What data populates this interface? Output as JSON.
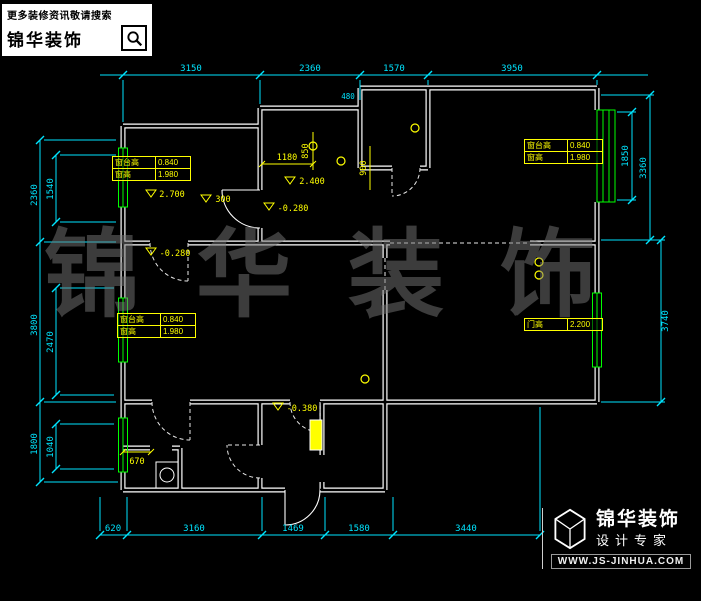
{
  "header": {
    "tip": "更多装修资讯敬请搜索",
    "brand": "锦华装饰"
  },
  "watermark": "锦 华 装 饰",
  "footer": {
    "brand": "锦华装饰",
    "tagline": "设计专家",
    "website": "WWW.JS-JINHUA.COM"
  },
  "colors": {
    "background": "#000000",
    "wall": "#ffffff",
    "dimension": "#00e5ff",
    "window": "#00ff00",
    "annotation": "#ffff00"
  },
  "plan": {
    "dims_top": [
      "3150",
      "2360",
      "1570",
      "3950"
    ],
    "dim_step": "480",
    "dims_bottom": [
      "620",
      "3160",
      "1469",
      "1580",
      "3440"
    ],
    "dims_left_outer": [
      "2360",
      "3800",
      "1800"
    ],
    "dims_left_inner": [
      "1540",
      "2470",
      "1040"
    ],
    "dims_right": [
      "3360",
      "3740",
      "1850"
    ],
    "tables": [
      {
        "r1l": "窗台高",
        "r1v": "0.840",
        "r2l": "窗高",
        "r2v": "1.980"
      },
      {
        "r1l": "窗台高",
        "r1v": "0.840",
        "r2l": "窗高",
        "r2v": "1.980"
      },
      {
        "r1l": "窗台高",
        "r1v": "0.840",
        "r2l": "窗高",
        "r2v": "1.980"
      }
    ],
    "door_table": {
      "label": "门高",
      "value": "2.200"
    },
    "ann": {
      "w1180": "1180",
      "w850": "850",
      "w900": "900",
      "h2700": "2.700",
      "h2400": "2.400",
      "l280a": "-0.280",
      "l280b": "-0.280",
      "l380": "-0.380",
      "d670": "670",
      "d300": "300"
    }
  }
}
